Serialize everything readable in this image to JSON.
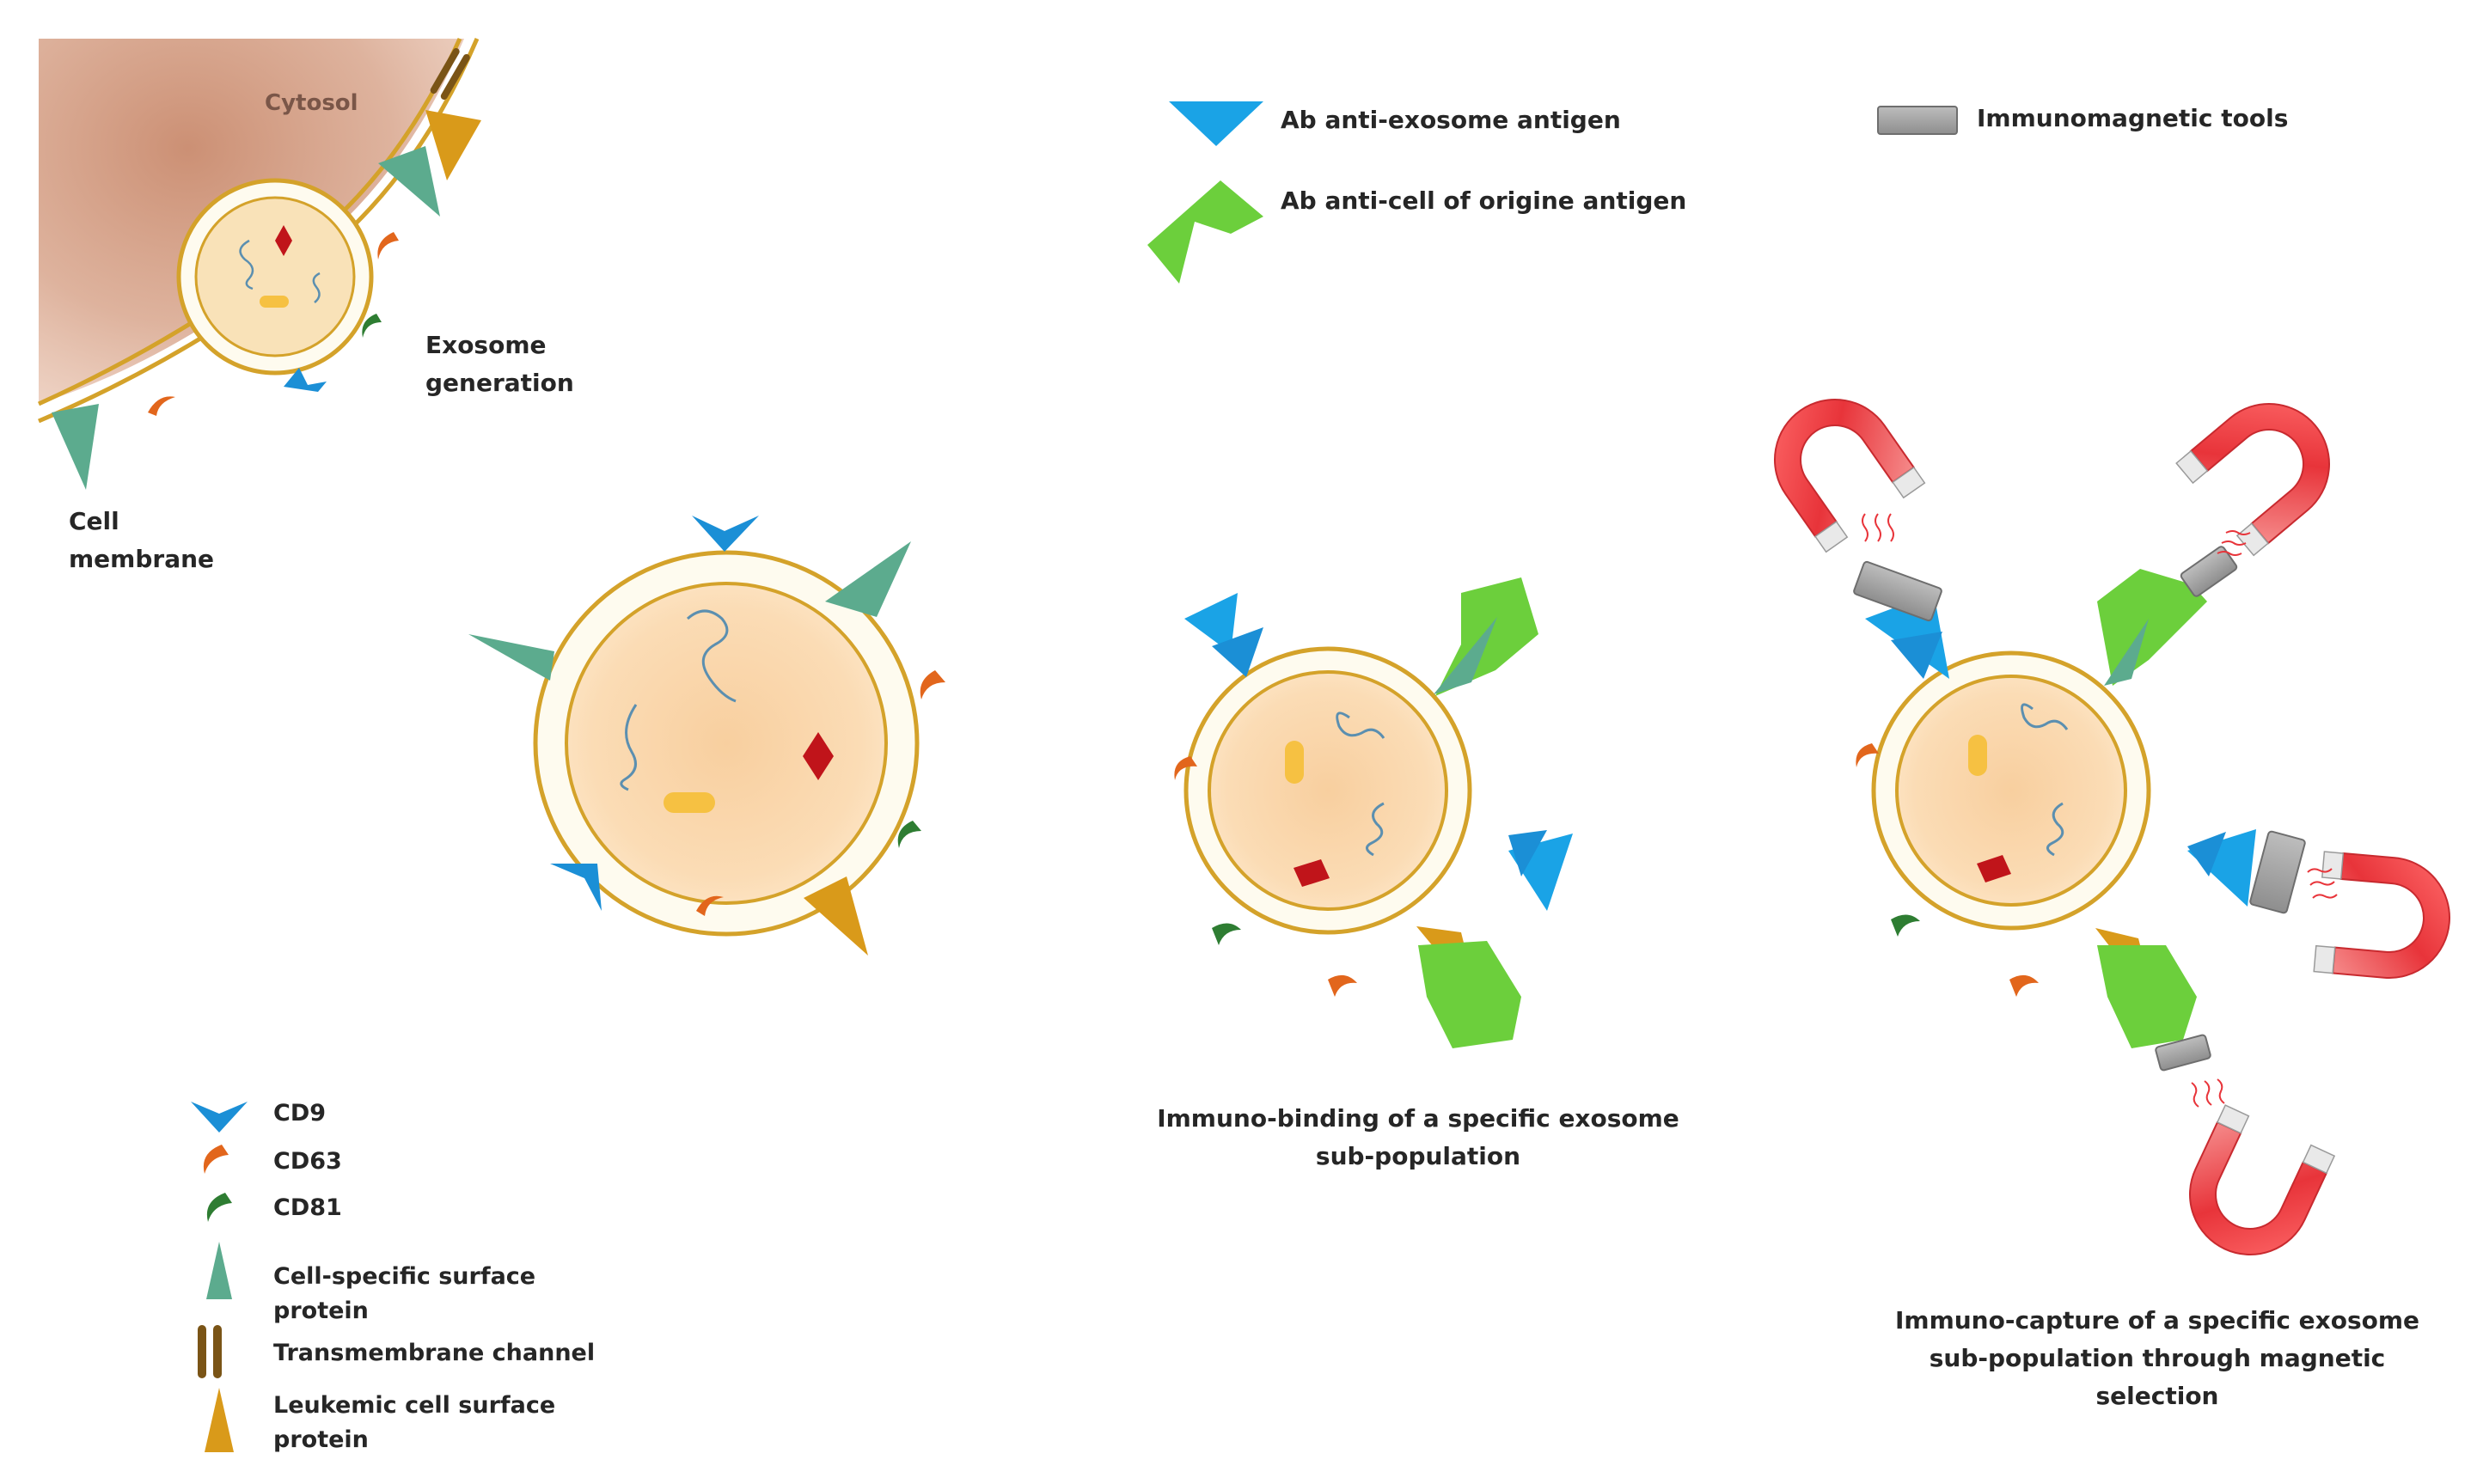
{
  "cell_region": {
    "cytosol_label": "Cytosol",
    "membrane_label_line1": "Cell",
    "membrane_label_line2": "membrane",
    "exosome_generation_line1": "Exosome",
    "exosome_generation_line2": "generation"
  },
  "antibody_legend": {
    "items": [
      {
        "label": "Ab anti-exosome antigen",
        "color": "#1aa3e6"
      },
      {
        "label": "Ab anti-cell of origine antigen",
        "color": "#6ccf3c"
      }
    ]
  },
  "tool_legend": {
    "label": "Immunomagnetic tools",
    "color": "#a7a7a7"
  },
  "marker_legend": {
    "items": [
      {
        "label_line1": "CD9",
        "label_line2": "",
        "icon": "cd9-icon",
        "color": "#1b8fd6"
      },
      {
        "label_line1": "CD63",
        "label_line2": "",
        "icon": "cd63-icon",
        "color": "#e2661c"
      },
      {
        "label_line1": "CD81",
        "label_line2": "",
        "icon": "cd81-icon",
        "color": "#2e7d32"
      },
      {
        "label_line1": "Cell-specific surface",
        "label_line2": "protein",
        "icon": "cell-specific-protein-icon",
        "color": "#5cab8e"
      },
      {
        "label_line1": "Transmembrane channel",
        "label_line2": "",
        "icon": "transmembrane-channel-icon",
        "color": "#7a5416"
      },
      {
        "label_line1": "Leukemic cell surface",
        "label_line2": "protein",
        "icon": "leukemic-protein-icon",
        "color": "#d99a1a"
      }
    ]
  },
  "captions": {
    "immuno_binding_line1": "Immuno-binding of a specific exosome",
    "immuno_binding_line2": "sub-population",
    "immuno_capture_line1": "Immuno-capture of a specific exosome",
    "immuno_capture_line2": "sub-population through magnetic",
    "immuno_capture_line3": "selection"
  },
  "colors": {
    "membrane": "#d4a22a",
    "exosome_lumen": "#f8d9ae",
    "exosome_ring": "#fefbef",
    "cytosol": "#c98f74",
    "rna": "#5b8fb0",
    "cargo_red": "#c0141a",
    "cargo_yellow": "#f6c142",
    "magnet_red": "#e8343a"
  }
}
